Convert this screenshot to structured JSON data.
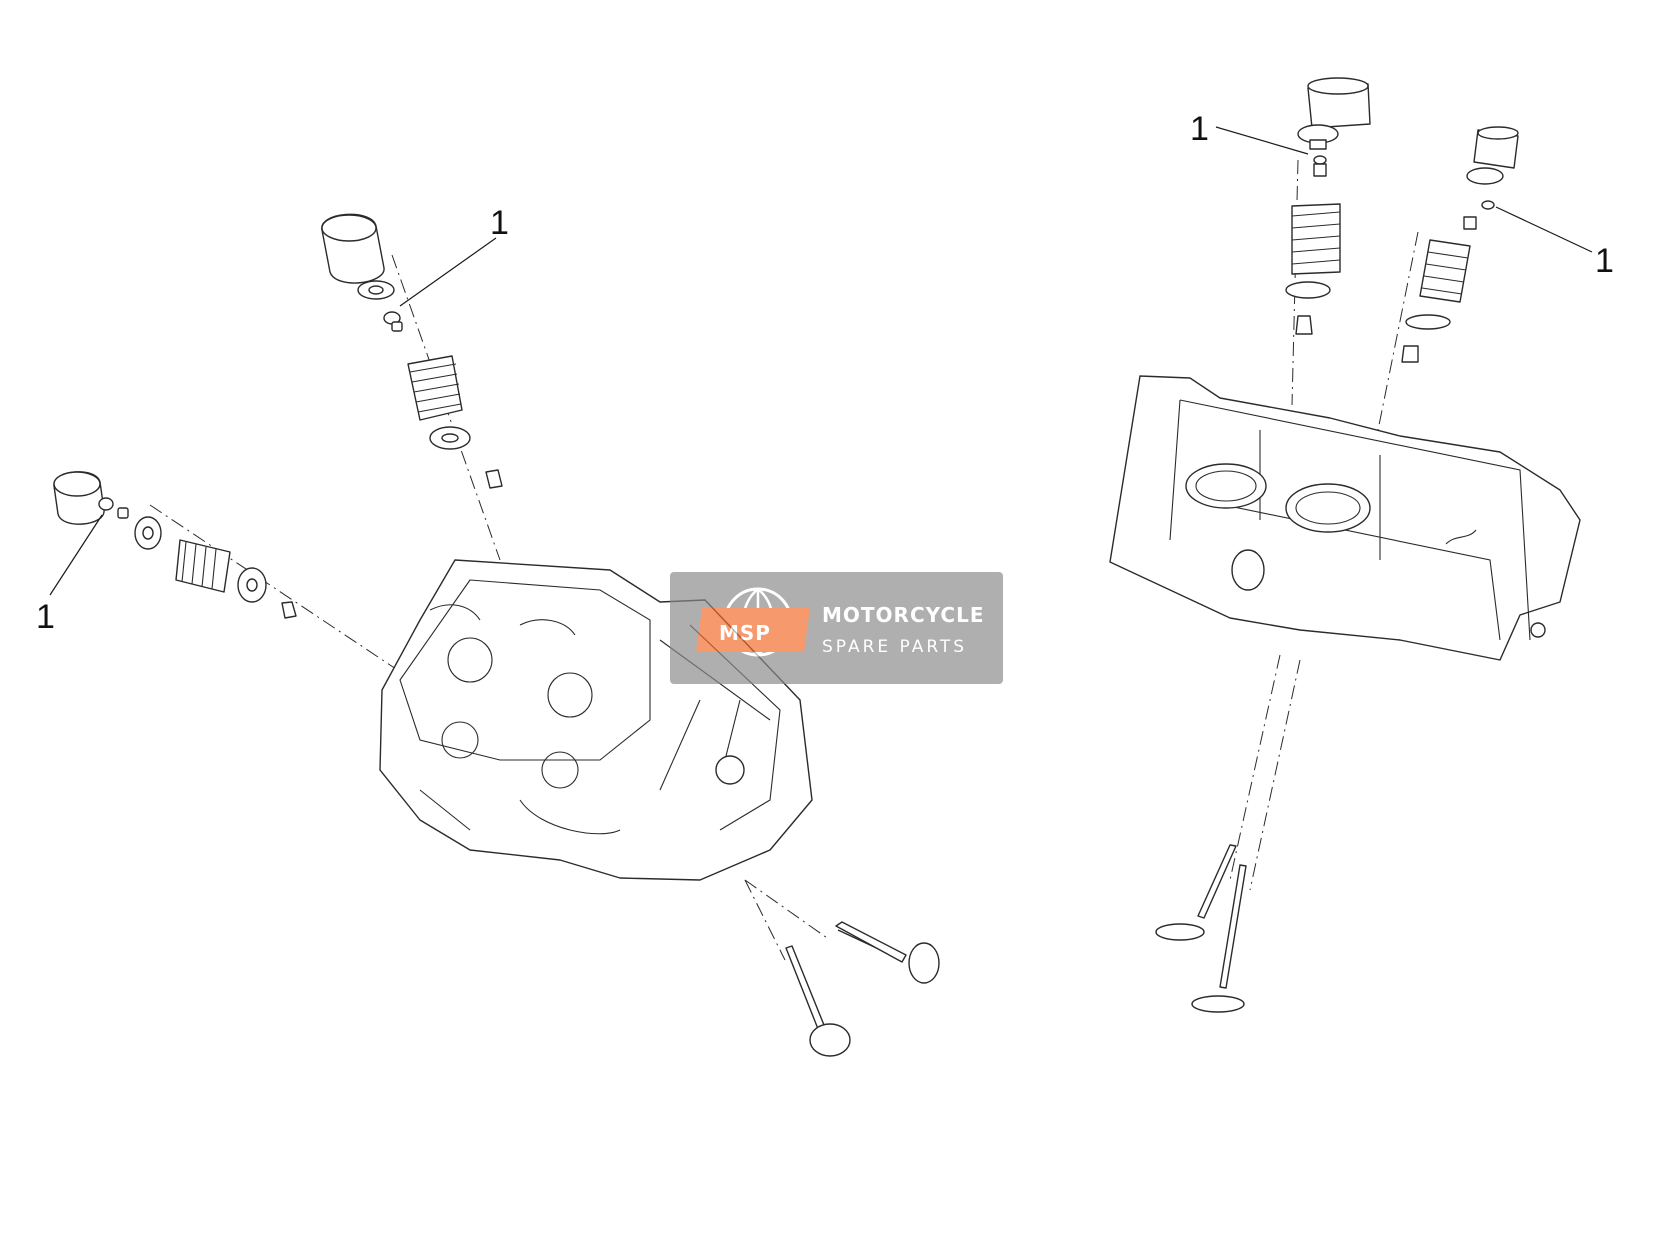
{
  "callouts": [
    {
      "id": "a",
      "label": "1"
    },
    {
      "id": "b",
      "label": "1"
    },
    {
      "id": "c",
      "label": "1"
    },
    {
      "id": "d",
      "label": "1"
    }
  ],
  "watermark": {
    "logo_text": "MSP",
    "line1": "MOTORCYCLE",
    "line2": "SPARE PARTS",
    "accent_color": "#f26b2b",
    "panel_color": "#8a8a8a"
  }
}
